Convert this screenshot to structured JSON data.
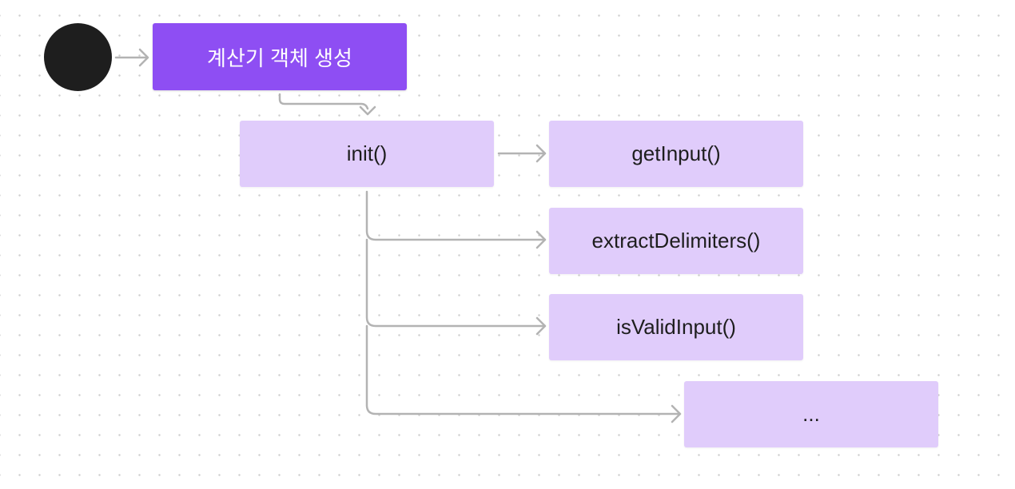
{
  "diagram": {
    "colors": {
      "primary_fill": "#8e4ef3",
      "secondary_fill": "#e0ccfb",
      "start_fill": "#1e1e1e",
      "connector": "#b3b3b3"
    },
    "nodes": {
      "create": "계산기 객체 생성",
      "init": "init()",
      "get_input": "getInput()",
      "extract_delimiters": "extractDelimiters()",
      "is_valid_input": "isValidInput()",
      "more": "..."
    }
  }
}
